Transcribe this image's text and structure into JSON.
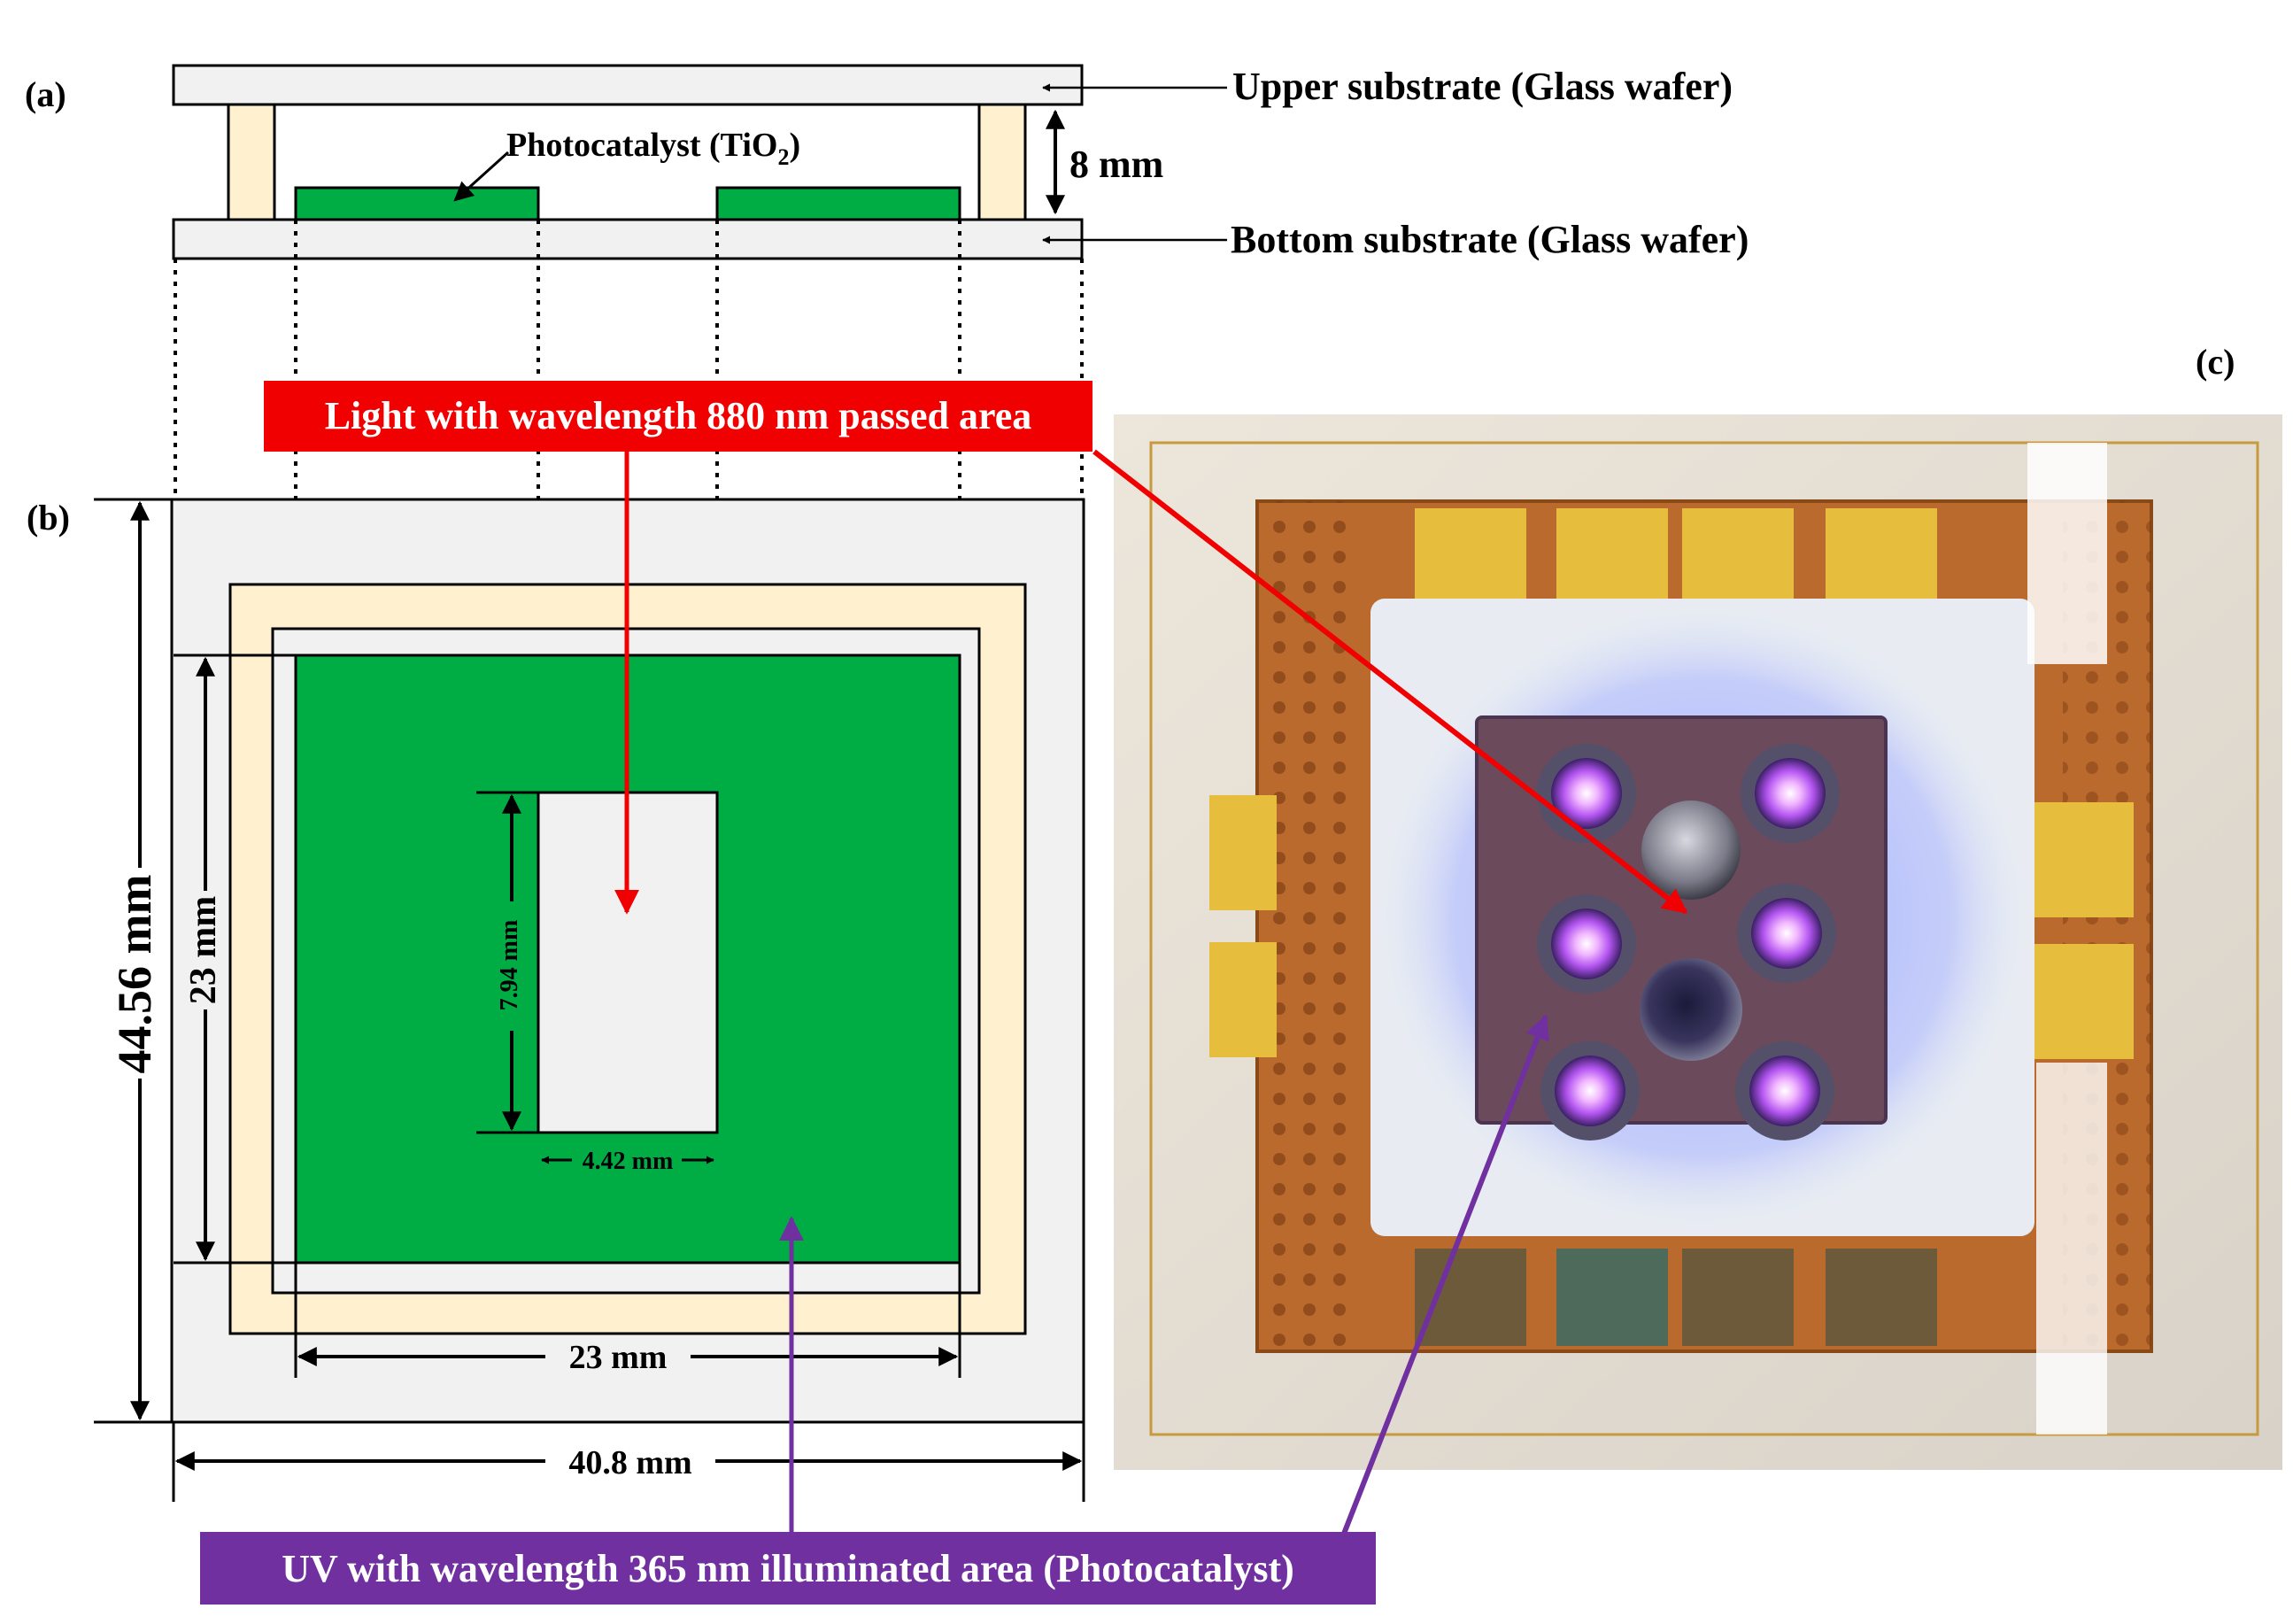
{
  "panels": {
    "a": "(a)",
    "b": "(b)",
    "c": "(c)"
  },
  "cross_section": {
    "upper_label": "Upper substrate (Glass wafer)",
    "bottom_label": "Bottom substrate (Glass wafer)",
    "photocatalyst_label": "Photocatalyst (TiO",
    "photocatalyst_sub": "2",
    "photocatalyst_close": ")",
    "gap": "8 mm"
  },
  "top_view": {
    "height_outer": "44.56 mm",
    "height_inner": "23 mm",
    "window_height": "7.94 mm",
    "window_width": "4.42 mm",
    "width_inner": "23 mm",
    "width_outer": "40.8 mm"
  },
  "callouts": {
    "ir": "Light with wavelength 880 nm passed area",
    "uv": "UV with wavelength 365 nm illuminated area (Photocatalyst)"
  },
  "colors": {
    "glass": "#f1f1f1",
    "spacer": "#fff1d0",
    "tio2": "#00ad45",
    "ir_box": "#f00000",
    "uv_box": "#7030a0"
  }
}
